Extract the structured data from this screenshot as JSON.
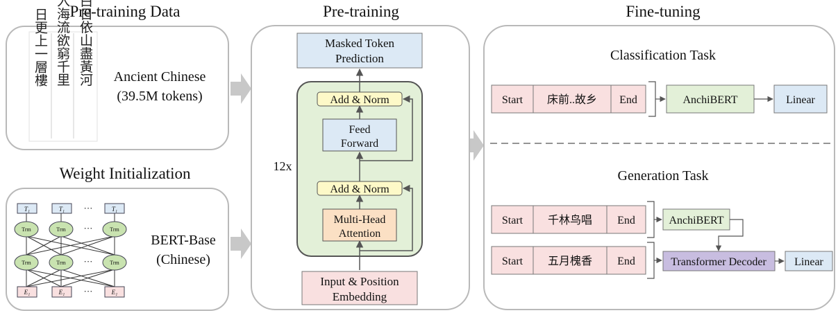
{
  "sections": {
    "pretraining_data_title": "Pre-training Data",
    "weight_init_title": "Weight Initialization",
    "pretraining_title": "Pre-training",
    "finetuning_title": "Fine-tuning"
  },
  "pretraining_data": {
    "corpus_name": "Ancient Chinese",
    "corpus_size": "(39.5M tokens)",
    "calligraphy": {
      "col1": "日更上一層樓",
      "col2": "入海流欲窮千里",
      "col3": "白日依山盡黃河"
    }
  },
  "weight_init": {
    "model_name": "BERT-Base",
    "model_lang": "(Chinese)",
    "output_label": "T₁",
    "node_label": "Trm",
    "input_label": "E₁",
    "ellipsis": "···"
  },
  "pretraining": {
    "output_line1": "Masked Token",
    "output_line2": "Prediction",
    "add_norm_top": "Add & Norm",
    "feed_line1": "Feed",
    "feed_line2": "Forward",
    "add_norm_bottom": "Add & Norm",
    "mha_line1": "Multi-Head",
    "mha_line2": "Attention",
    "repeat": "12x",
    "input_line1": "Input & Position",
    "input_line2": "Embedding"
  },
  "finetuning": {
    "classification": {
      "title": "Classification Task",
      "start": "Start",
      "text": "床前..故乡",
      "end": "End",
      "model": "AnchiBERT",
      "head": "Linear"
    },
    "generation": {
      "title": "Generation Task",
      "row1": {
        "start": "Start",
        "text": "千林鸟唱",
        "end": "End"
      },
      "row2": {
        "start": "Start",
        "text": "五月槐香",
        "end": "End"
      },
      "model": "AnchiBERT",
      "decoder": "Transformer Decoder",
      "head": "Linear"
    }
  },
  "colors": {
    "blue_box": "#dce9f5",
    "yellow_box": "#fdf9c8",
    "orange_box": "#fbe0c4",
    "pink_box": "#f9e0e0",
    "green_box": "#e3f0d8",
    "purple_box": "#c8bde0",
    "encoder_bg": "#e3f0d8",
    "arrow_gray": "#c8c8c8"
  }
}
